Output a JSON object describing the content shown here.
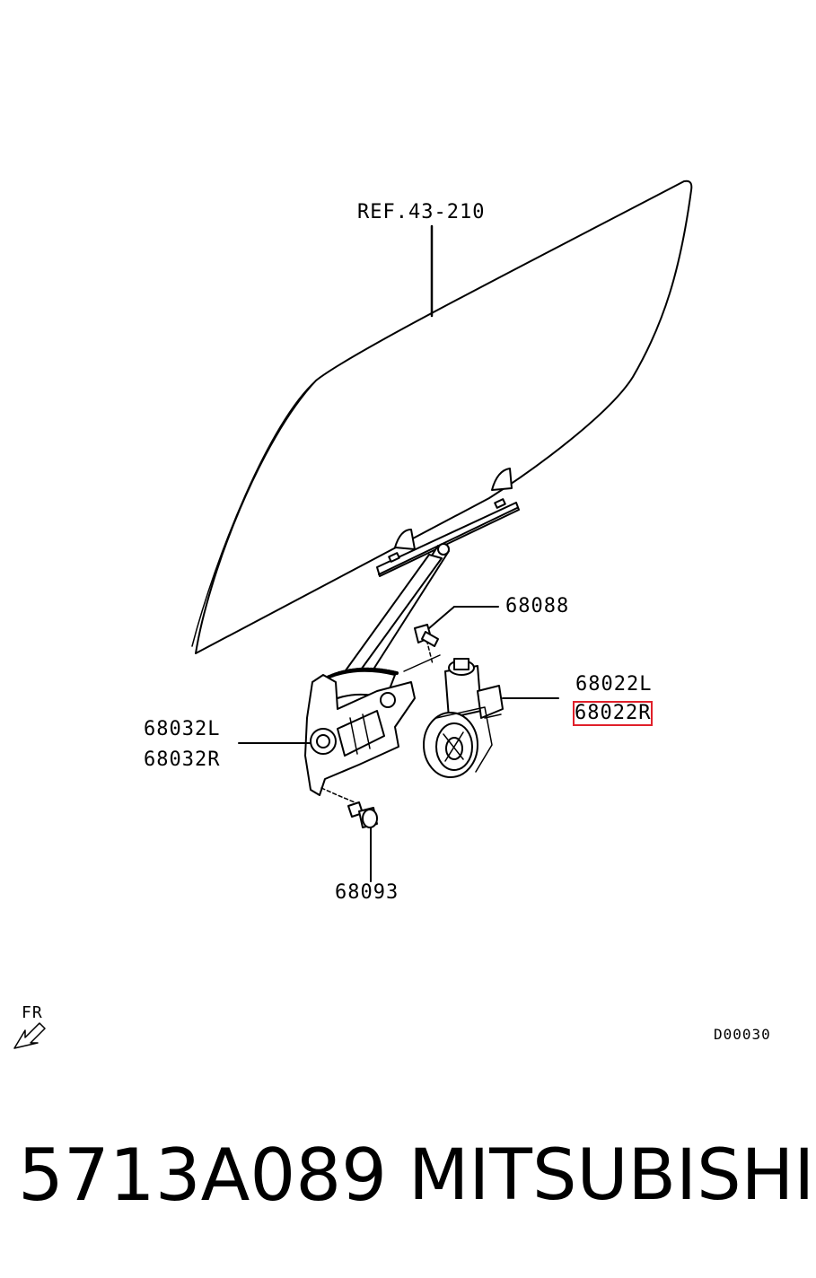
{
  "diagram": {
    "ref_label": "REF.43-210",
    "parts": {
      "bolt_upper": "68088",
      "motor_left": "68022L",
      "motor_right": "68022R",
      "regulator_left": "68032L",
      "regulator_right": "68032R",
      "bolt_lower": "68093"
    },
    "direction_label": "FR",
    "diagram_code": "D00030",
    "highlight_color": "#e0202a"
  },
  "caption": {
    "part_number": "5713A089",
    "brand": "MITSUBISHI"
  }
}
